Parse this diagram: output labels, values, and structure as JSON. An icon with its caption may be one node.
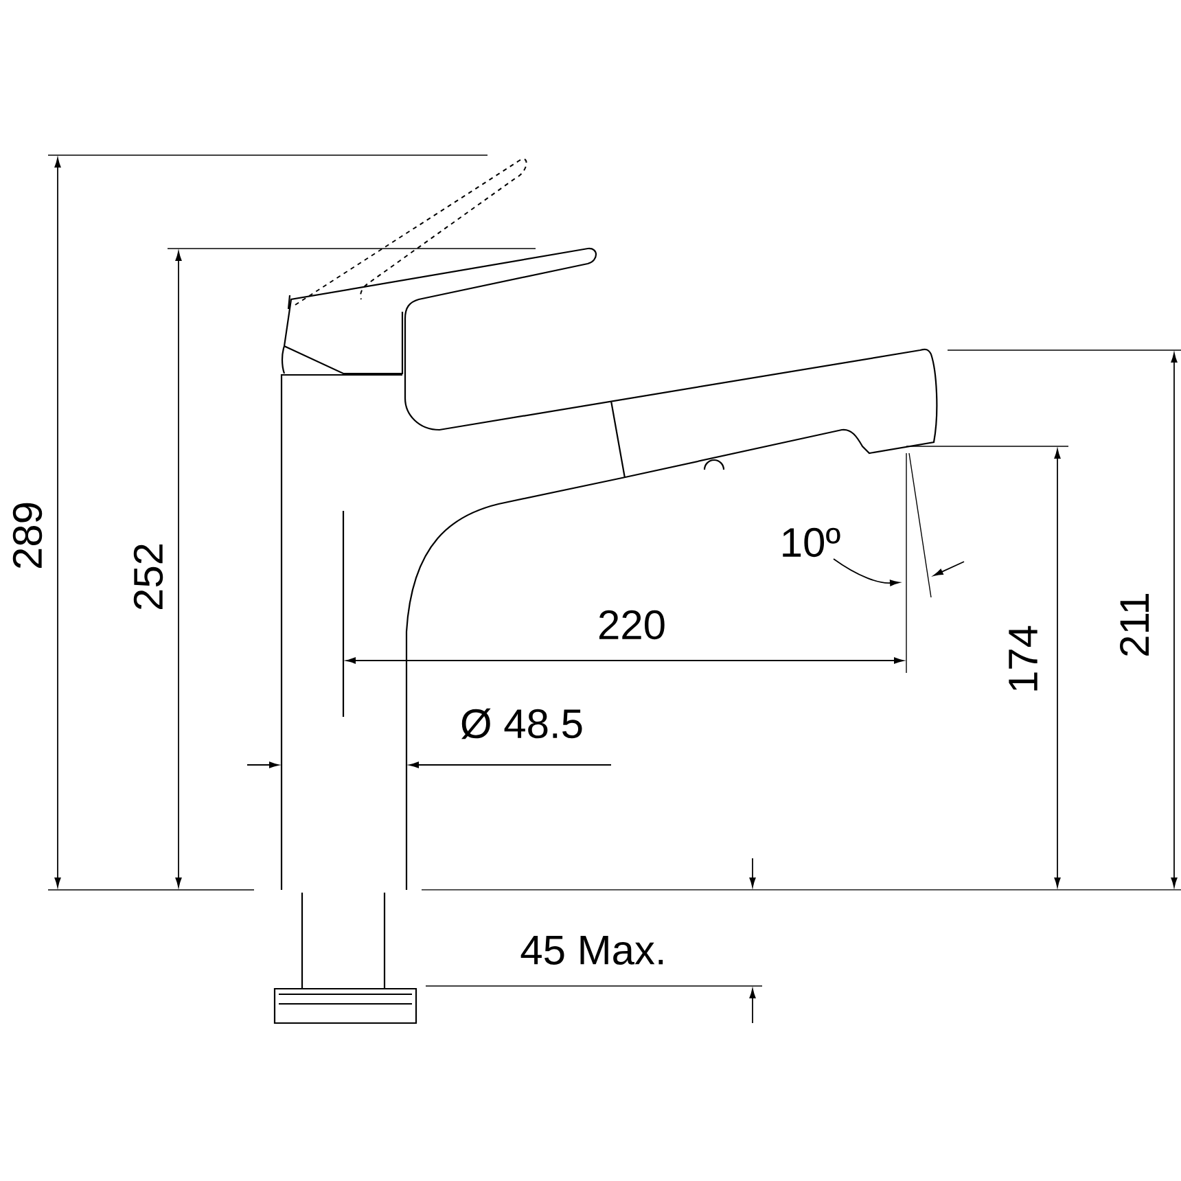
{
  "diagram": {
    "labels": [
      "289",
      "252",
      "10º",
      "220",
      "211",
      "174",
      "Ø 48.5",
      "45 Max."
    ]
  }
}
